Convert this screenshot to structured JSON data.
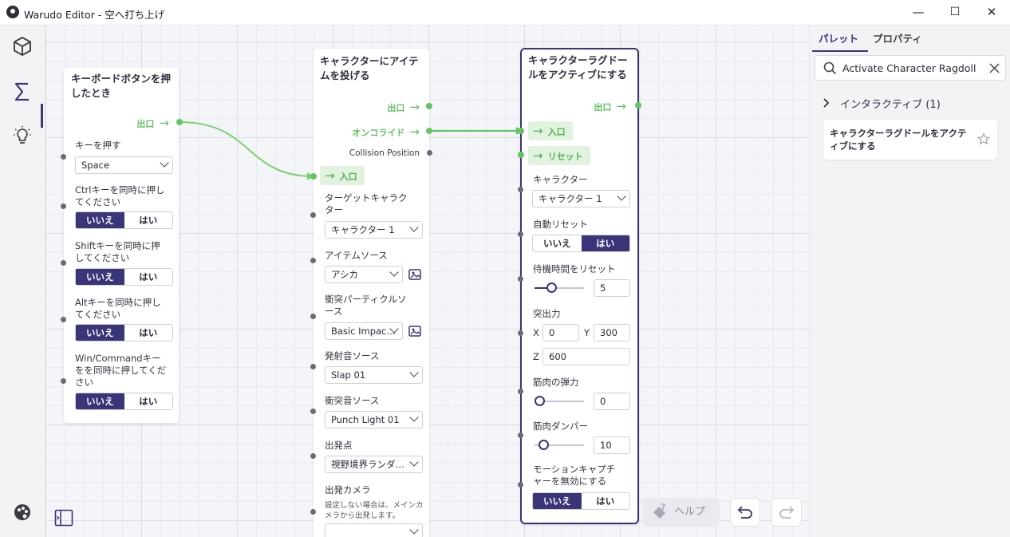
{
  "window": {
    "title": "Warudo Editor - 空へ打ち上げ",
    "minimize": "—",
    "maximize": "☐",
    "close": "✕"
  },
  "nodes": {
    "keyboard": {
      "title": "キーボードボタンを押したとき",
      "out_label": "出口",
      "key_label": "キーを押す",
      "key_value": "Space",
      "ctrl_label": "Ctrlキーを同時に押してください",
      "shift_label": "Shiftキーを同時に押してください",
      "alt_label": "Altキーを同時に押してください",
      "win_label": "Win/Commandキーをを同時に押してください",
      "no": "いいえ",
      "yes": "はい"
    },
    "throw": {
      "title": "キャラクターにアイテムを投げる",
      "out_label": "出口",
      "collide_label": "オンコライド",
      "collision_pos": "Collision Position",
      "in_label": "入口",
      "target_label": "ターゲットキャラクター",
      "target_value": "キャラクター 1",
      "item_label": "アイテムソース",
      "item_value": "アシカ",
      "particle_label": "衝突パーティクルソース",
      "particle_value": "Basic Impac…",
      "launch_sound_label": "発射音ソース",
      "launch_sound_value": "Slap 01",
      "impact_sound_label": "衝突音ソース",
      "impact_sound_value": "Punch Light 01",
      "origin_label": "出発点",
      "origin_value": "視野境界ランダ…",
      "camera_label": "出発カメラ",
      "camera_hint": "設定しない場合は、メインカメラから出発します。"
    },
    "ragdoll": {
      "title": "キャラクターラグドールをアクティブにする",
      "out_label": "出口",
      "in_label": "入口",
      "reset_label": "リセット",
      "character_label": "キャラクター",
      "character_value": "キャラクター 1",
      "auto_reset_label": "自動リセット",
      "no": "いいえ",
      "yes": "はい",
      "reset_time_label": "待機時間をリセット",
      "reset_time_value": "5",
      "reset_time_fraction": 0.3,
      "force_label": "突出力",
      "x_label": "X",
      "x_value": "0",
      "y_label": "Y",
      "y_value": "300",
      "z_label": "Z",
      "z_value": "600",
      "elasticity_label": "筋肉の弾力",
      "elasticity_value": "0",
      "elasticity_fraction": 0.0,
      "damper_label": "筋肉ダンパー",
      "damper_value": "10",
      "damper_fraction": 0.1,
      "mocap_label": "モーションキャプチャーを無効にする"
    }
  },
  "toolbar": {
    "help_label": "ヘルプ"
  },
  "panel": {
    "tab_palette": "パレット",
    "tab_properties": "プロパティ",
    "search_value": "Activate Character Ragdoll",
    "category": "インタラクティブ (1)",
    "result": "キャラクターラグドールをアクティブにする"
  },
  "colors": {
    "accent": "#3a3578",
    "flow": "#62c462"
  }
}
